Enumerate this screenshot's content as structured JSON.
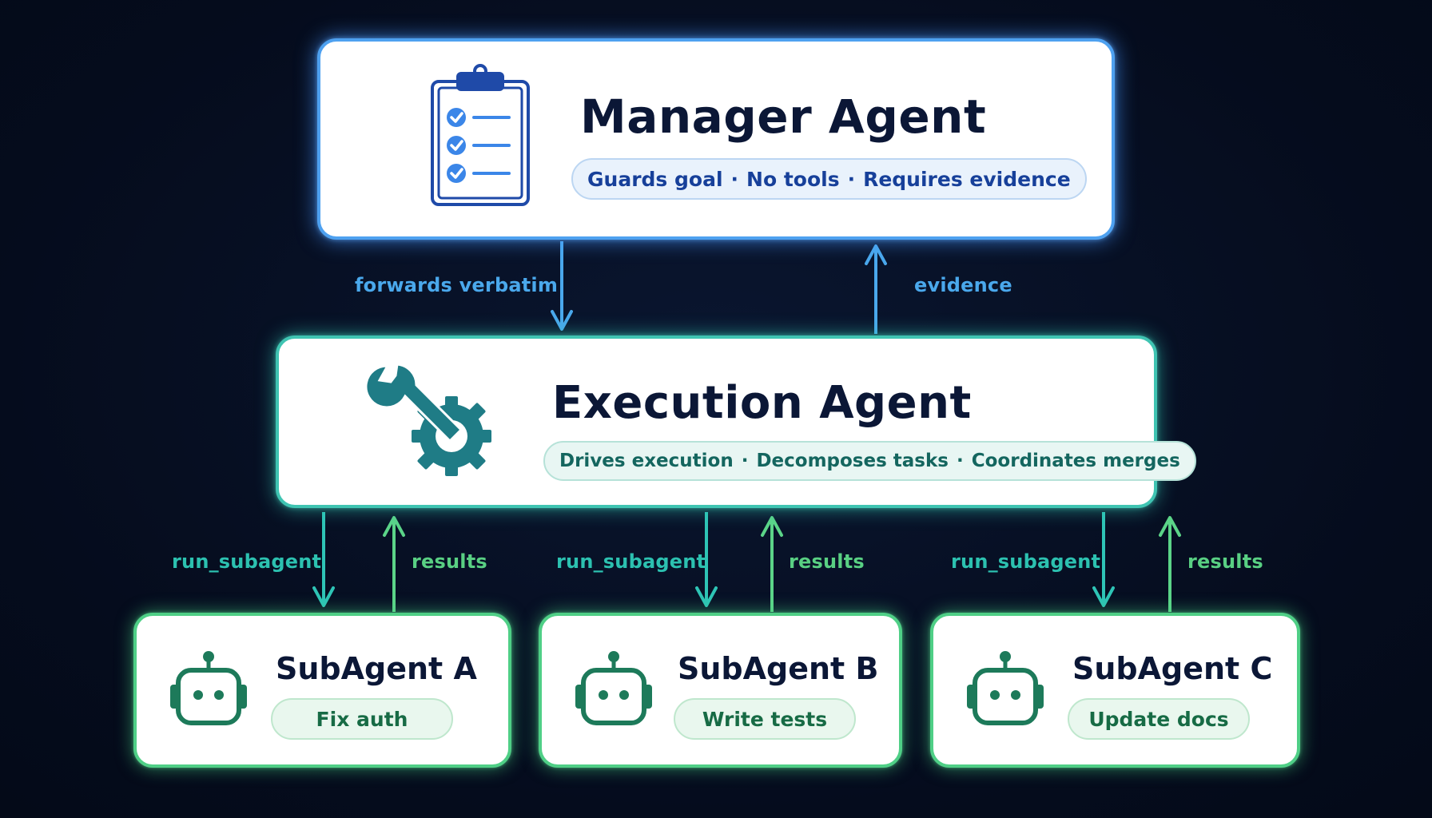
{
  "manager": {
    "title": "Manager Agent",
    "pill": {
      "item1": "Guards goal",
      "item2": "No tools",
      "item3": "Requires evidence"
    },
    "icon": "clipboard-checklist-icon"
  },
  "execution": {
    "title": "Execution Agent",
    "pill": {
      "item1": "Drives execution",
      "item2": "Decomposes tasks",
      "item3": "Coordinates merges"
    },
    "icon": "wrench-gear-icon"
  },
  "separator": "·",
  "edges": {
    "forwards_verbatim": "forwards verbatim",
    "evidence": "evidence",
    "run_subagent": "run_subagent",
    "results": "results"
  },
  "subagents": [
    {
      "title": "SubAgent A",
      "task": "Fix auth",
      "icon": "robot-icon"
    },
    {
      "title": "SubAgent B",
      "task": "Write tests",
      "icon": "robot-icon"
    },
    {
      "title": "SubAgent C",
      "task": "Update docs",
      "icon": "robot-icon"
    }
  ],
  "colors": {
    "background": "#050d1f",
    "manager_accent": "#4ea1f0",
    "execution_accent": "#3fc4b2",
    "subagent_accent": "#4fcf86",
    "down_arrow_teal": "#2ec4b6",
    "up_arrow_green": "#5bd488",
    "arrow_blue": "#4aa8ec"
  }
}
